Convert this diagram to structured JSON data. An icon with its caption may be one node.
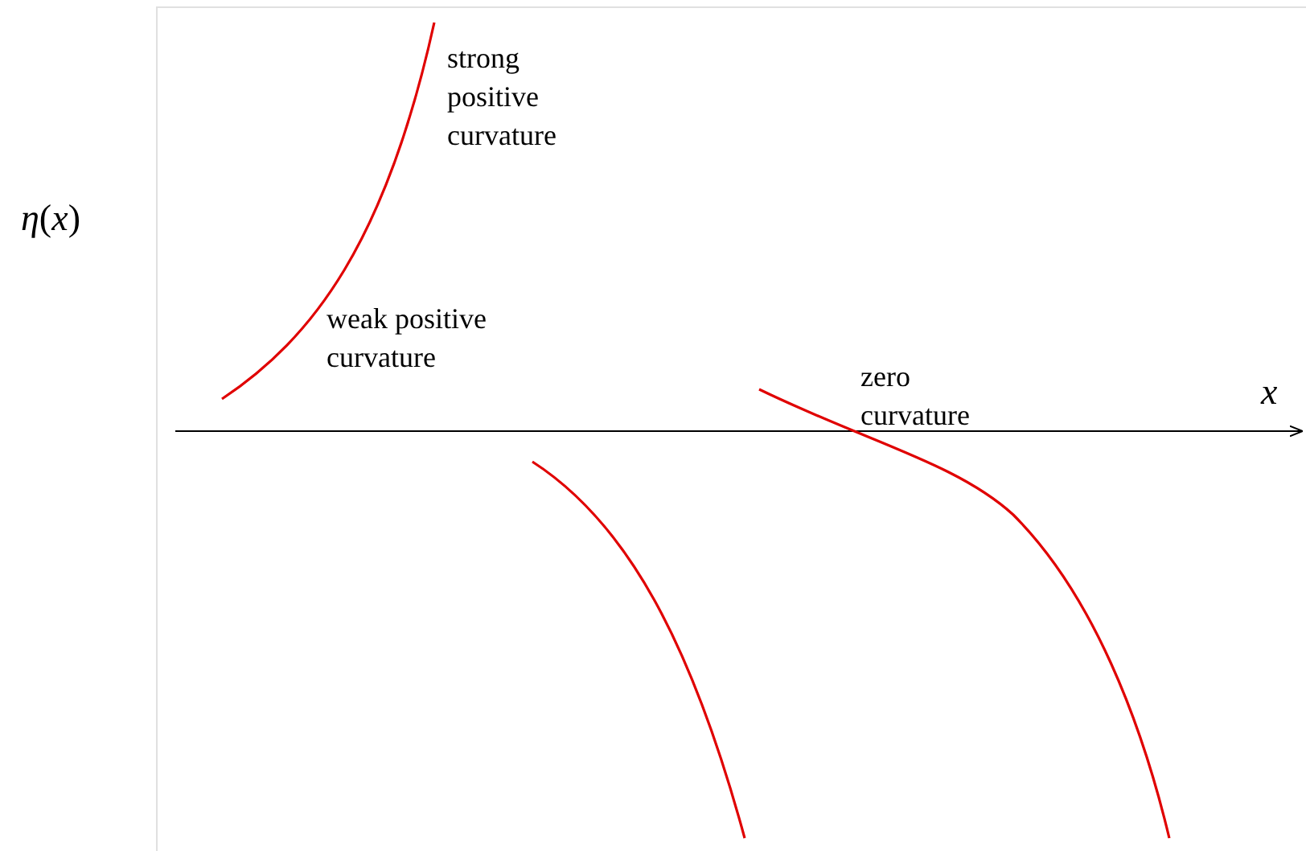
{
  "diagram": {
    "labels": [
      "*η*(*x*)",
      "*x*",
      "strong positive curvature",
      "weak positive curvature",
      "zero curvature"
    ]
  }
}
